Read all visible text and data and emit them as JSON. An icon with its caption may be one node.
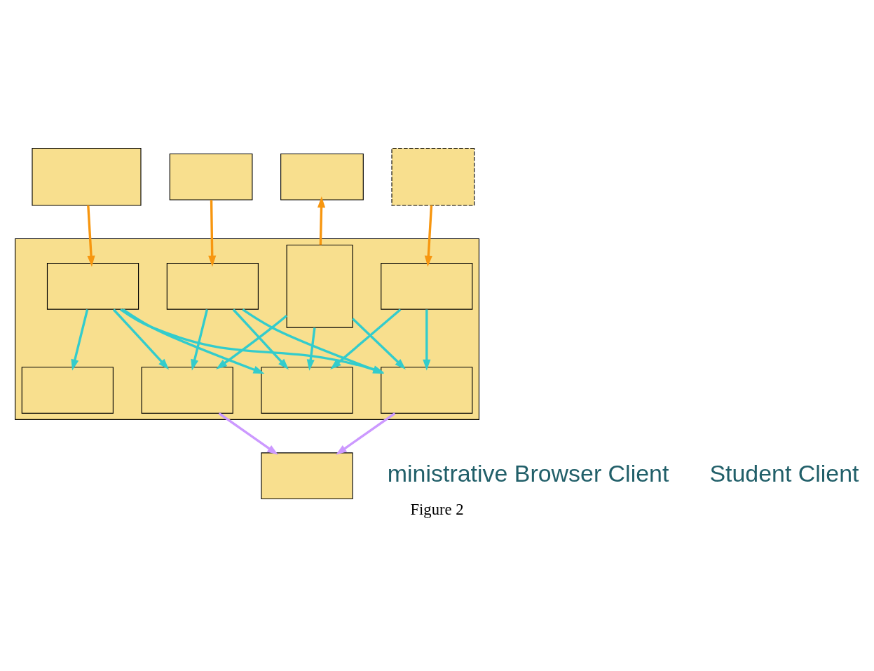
{
  "diagram": {
    "caption": "Figure 2",
    "nodes": [
      {
        "text": [],
        "shape": "box"
      },
      {
        "text": [],
        "shape": "box"
      },
      {
        "text": [],
        "shape": "box"
      },
      {
        "text": [],
        "shape": "box"
      },
      {
        "text": [],
        "shape": "box"
      },
      {
        "text": [],
        "shape": "box",
        "in": 4
      },
      {
        "text": [],
        "shape": "box",
        "in": 4
      },
      {
        "text": [],
        "shape": "box",
        "in": 4
      },
      {
        "text": [],
        "shape": "box",
        "in": 4
      },
      {
        "text": [],
        "shape": "box",
        "in": 4
      },
      {
        "text": [],
        "shape": "box",
        "in": 4
      },
      {
        "text": [],
        "shape": "box",
        "in": 4
      },
      {
        "text": [],
        "shape": "box",
        "in": 4
      },
      {
        "text": [],
        "shape": "box"
      }
    ],
    "edges": [
      {
        "from": 0,
        "to": 5,
        "arrow": "to",
        "color": "#f7960f"
      },
      {
        "from": 1,
        "to": 6,
        "arrow": "to",
        "color": "#f7960f"
      },
      {
        "from": 7,
        "to": 2,
        "arrow": "to",
        "color": "#f7960f"
      },
      {
        "from": 3,
        "to": 8,
        "arrow": "to",
        "color": "#f7960f"
      },
      {
        "from": 5,
        "to": 9,
        "arrow": "to"
      },
      {
        "from": 5,
        "to": 10,
        "arrow": "to"
      },
      {
        "from": 5,
        "to": 11,
        "arrow": "to"
      },
      {
        "from": 5,
        "to": 12,
        "arrow": "to"
      },
      {
        "from": 6,
        "to": 10,
        "arrow": "to"
      },
      {
        "from": 6,
        "to": 11,
        "arrow": "to"
      },
      {
        "from": 6,
        "to": 12,
        "arrow": "to"
      },
      {
        "from": 7,
        "to": 10,
        "arrow": "to"
      },
      {
        "from": 7,
        "to": 11,
        "arrow": "to"
      },
      {
        "from": 7,
        "to": 12,
        "arrow": "to"
      },
      {
        "from": 8,
        "to": 11,
        "arrow": "to"
      },
      {
        "from": 8,
        "to": 12,
        "arrow": "to"
      },
      {
        "from": 10,
        "to": 13,
        "arrow": "to",
        "color": "#cc99ff"
      },
      {
        "from": 12,
        "to": 13,
        "arrow": "to",
        "color": "#cc99ff"
      }
    ],
    "labels": [
      "ministrative Browser Client",
      "Student Client"
    ]
  }
}
